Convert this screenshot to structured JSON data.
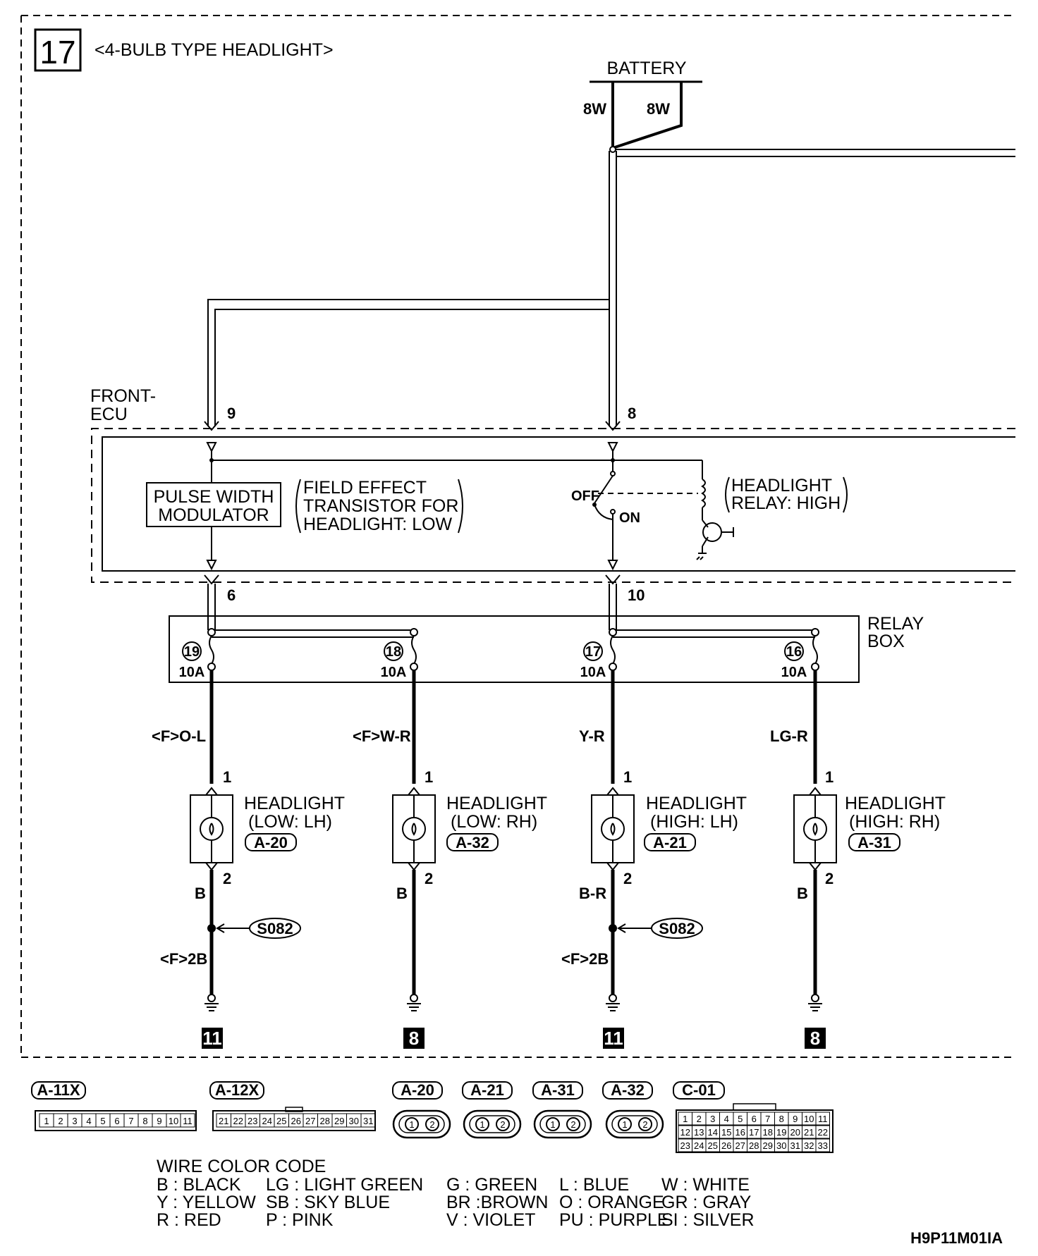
{
  "page_number": "17",
  "title": "<4-BULB TYPE HEADLIGHT>",
  "battery": {
    "label": "BATTERY",
    "wire_left": "8W",
    "wire_right": "8W"
  },
  "front_ecu": {
    "label_line1": "FRONT-",
    "label_line2": "ECU",
    "pin_in_left": "9",
    "pin_in_right": "8",
    "pin_out_left": "6",
    "pin_out_right": "10",
    "pwm_line1": "PULSE WIDTH",
    "pwm_line2": "MODULATOR",
    "fet_line1": "FIELD EFFECT",
    "fet_line2": "TRANSISTOR FOR",
    "fet_line3": "HEADLIGHT: LOW",
    "relay_line1": "HEADLIGHT",
    "relay_line2": "RELAY: HIGH",
    "switch_off": "OFF",
    "switch_on": "ON"
  },
  "relay_box": {
    "label_line1": "RELAY",
    "label_line2": "BOX",
    "fuses": [
      {
        "number": "19",
        "rating": "10A"
      },
      {
        "number": "18",
        "rating": "10A"
      },
      {
        "number": "17",
        "rating": "10A"
      },
      {
        "number": "16",
        "rating": "10A"
      }
    ]
  },
  "branches": [
    {
      "wire_top": "<F>O-L",
      "pin_top": "1",
      "name_line1": "HEADLIGHT",
      "name_line2": "(LOW: LH)",
      "connector": "A-20",
      "pin_bottom": "2",
      "wire_bottom": "B",
      "splice": "S082",
      "wire_ground": "<F>2B",
      "ground_number": "11"
    },
    {
      "wire_top": "<F>W-R",
      "pin_top": "1",
      "name_line1": "HEADLIGHT",
      "name_line2": "(LOW: RH)",
      "connector": "A-32",
      "pin_bottom": "2",
      "wire_bottom": "B",
      "ground_number": "8"
    },
    {
      "wire_top": "Y-R",
      "pin_top": "1",
      "name_line1": "HEADLIGHT",
      "name_line2": "(HIGH: LH)",
      "connector": "A-21",
      "pin_bottom": "2",
      "wire_bottom": "B-R",
      "splice": "S082",
      "wire_ground": "<F>2B",
      "ground_number": "11"
    },
    {
      "wire_top": "LG-R",
      "pin_top": "1",
      "name_line1": "HEADLIGHT",
      "name_line2": "(HIGH: RH)",
      "connector": "A-31",
      "pin_bottom": "2",
      "wire_bottom": "B",
      "ground_number": "8"
    }
  ],
  "connectors": [
    {
      "id": "A-11X",
      "pins": [
        "1",
        "2",
        "3",
        "4",
        "5",
        "6",
        "7",
        "8",
        "9",
        "10",
        "11"
      ]
    },
    {
      "id": "A-12X",
      "pins": [
        "21",
        "22",
        "23",
        "24",
        "25",
        "26",
        "27",
        "28",
        "29",
        "30",
        "31"
      ]
    },
    {
      "id": "A-20",
      "pins": [
        "1",
        "2"
      ]
    },
    {
      "id": "A-21",
      "pins": [
        "1",
        "2"
      ]
    },
    {
      "id": "A-31",
      "pins": [
        "1",
        "2"
      ]
    },
    {
      "id": "A-32",
      "pins": [
        "1",
        "2"
      ]
    },
    {
      "id": "C-01",
      "rows": [
        [
          "1",
          "2",
          "3",
          "4",
          "5",
          "6",
          "7",
          "8",
          "9",
          "10",
          "11"
        ],
        [
          "12",
          "13",
          "14",
          "15",
          "16",
          "17",
          "18",
          "19",
          "20",
          "21",
          "22"
        ],
        [
          "23",
          "24",
          "25",
          "26",
          "27",
          "28",
          "29",
          "30",
          "31",
          "32",
          "33"
        ]
      ]
    }
  ],
  "wire_color_code": {
    "heading": "WIRE COLOR CODE",
    "rows": [
      [
        "B : BLACK",
        "LG : LIGHT GREEN",
        "G : GREEN",
        "L : BLUE",
        "W : WHITE"
      ],
      [
        "Y : YELLOW",
        "SB : SKY BLUE",
        "BR :BROWN",
        "O : ORANGE",
        "GR : GRAY"
      ],
      [
        "R : RED",
        "P : PINK",
        "V : VIOLET",
        "PU : PURPLE",
        "SI : SILVER"
      ]
    ]
  },
  "diagram_code": "H9P11M01IA"
}
